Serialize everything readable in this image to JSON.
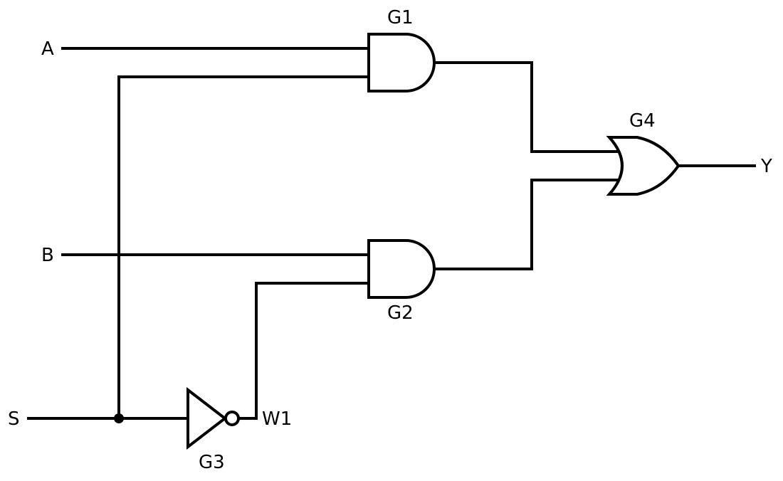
{
  "inputs": {
    "a": "A",
    "b": "B",
    "s": "S"
  },
  "outputs": {
    "y": "Y"
  },
  "nets": {
    "w1": "W1"
  },
  "gates": {
    "g1": {
      "label": "G1",
      "type": "AND"
    },
    "g2": {
      "label": "G2",
      "type": "AND"
    },
    "g3": {
      "label": "G3",
      "type": "NOT"
    },
    "g4": {
      "label": "G4",
      "type": "OR"
    }
  }
}
